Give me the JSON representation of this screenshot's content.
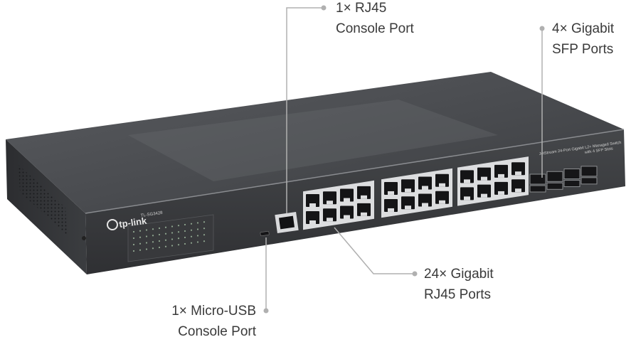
{
  "image": {
    "subject": "rack-mount network switch",
    "body_color": "#3f4144",
    "accent_color": "#b0b0b0"
  },
  "device": {
    "brand": "tp-link",
    "model": "TL-SG3428",
    "front_label_line1": "JetStream 24-Port Gigabit L2+ Managed Switch",
    "front_label_line2": "with 4 SFP Slots",
    "rj45_port_count": 24,
    "sfp_slot_count": 4
  },
  "callouts": {
    "console_rj45": {
      "line1": "1× RJ45",
      "line2": "Console Port"
    },
    "sfp": {
      "line1": "4× Gigabit",
      "line2": "SFP Ports"
    },
    "rj45_ports": {
      "line1": "24× Gigabit",
      "line2": "RJ45 Ports"
    },
    "micro_usb": {
      "line1": "1× Micro-USB",
      "line2": "Console Port"
    }
  }
}
